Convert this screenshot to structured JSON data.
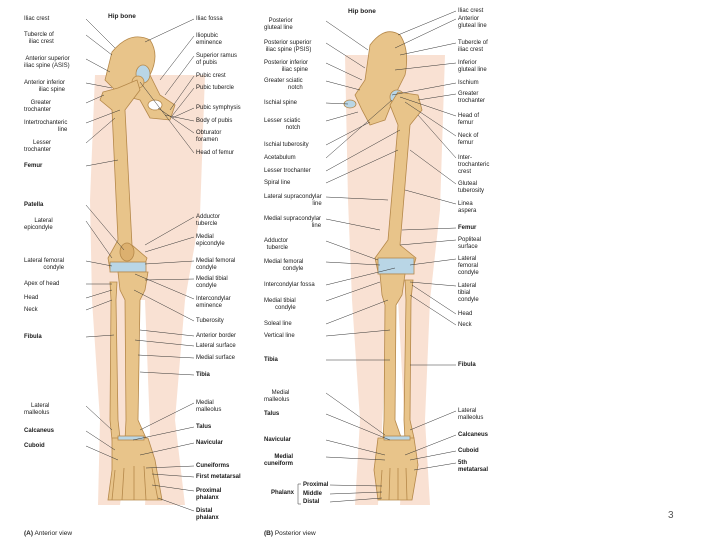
{
  "colors": {
    "bone": "#e8c48a",
    "bone_dark": "#c99a57",
    "skin": "#f8dccb",
    "cartilage": "#b9d6e6",
    "leader": "#333333"
  },
  "page_number": "3",
  "anterior": {
    "header": "Hip bone",
    "view_prefix": "(A)",
    "view_name": "Anterior view",
    "left_labels": [
      "Iliac crest",
      "Tubercle of\niliac crest",
      "Anterior superior\niliac spine (ASIS)",
      "Anterior inferior\niliac spine",
      "Greater\ntrochanter",
      "Intertrochanteric\nline",
      "Lesser\ntrochanter",
      "Femur",
      "Patella",
      "Lateral\nepicondyle",
      "Lateral femoral\ncondyle",
      "Apex of head",
      "Head",
      "Neck",
      "Fibula",
      "Lateral\nmalleolus",
      "Calcaneus",
      "Cuboid"
    ],
    "right_labels": [
      "Iliac fossa",
      "Iliopubic\neminence",
      "Superior ramus\nof pubis",
      "Pubic crest",
      "Pubic tubercle",
      "Pubic symphysis",
      "Body of pubis",
      "Obturator\nforamen",
      "Head of femur",
      "Adductor\ntubercle",
      "Medial\nepicondyle",
      "Medial femoral\ncondyle",
      "Medial tibial\ncondyle",
      "Intercondylar\neminence",
      "Tuberosity",
      "Anterior border",
      "Lateral surface",
      "Medial surface",
      "Tibia",
      "Medial\nmalleolus",
      "Talus",
      "Navicular",
      "Cuneiforms",
      "First metatarsal",
      "Proximal\nphalanx",
      "Distal\nphalanx"
    ]
  },
  "posterior": {
    "header": "Hip bone",
    "view_prefix": "(B)",
    "view_name": "Posterior view",
    "left_labels": [
      "Posterior\ngluteal line",
      "Posterior superior\niliac spine (PSIS)",
      "Posterior inferior\niliac spine",
      "Greater sciatic\nnotch",
      "Ischial spine",
      "Lesser sciatic\nnotch",
      "Ischial tuberosity",
      "Acetabulum",
      "Lesser trochanter",
      "Spiral line",
      "Lateral supracondylar\nline",
      "Medial supracondylar\nline",
      "Adductor\ntubercle",
      "Medial femoral\ncondyle",
      "Intercondylar fossa",
      "Medial tibial\ncondyle",
      "Soleal line",
      "Vertical line",
      "Tibia",
      "Medial\nmalleolus",
      "Talus",
      "Navicular",
      "Medial\ncuneiform"
    ],
    "phalanx_label": "Phalanx",
    "phalanx_parts": [
      "Proximal",
      "Middle",
      "Distal"
    ],
    "right_labels": [
      "Iliac crest",
      "Anterior\ngluteal line",
      "Tubercle of\niliac crest",
      "Inferior\ngluteal line",
      "Ischium",
      "Greater\ntrochanter",
      "Head of\nfemur",
      "Neck of\nfemur",
      "Inter-\ntrochanteric\ncrest",
      "Gluteal\ntuberosity",
      "Linea\naspera",
      "Femur",
      "Popliteal\nsurface",
      "Lateral\nfemoral\ncondyle",
      "Lateral\ntibial\ncondyle",
      "Head",
      "Neck",
      "Fibula",
      "Lateral\nmalleolus",
      "Calcaneus",
      "Cuboid",
      "5th\nmetatarsal"
    ]
  }
}
